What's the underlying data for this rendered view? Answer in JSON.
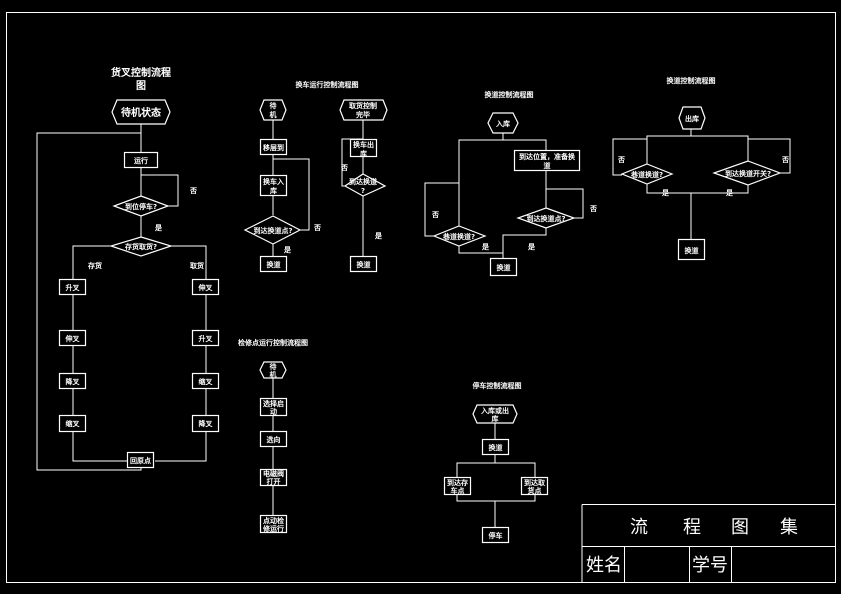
{
  "title_block": {
    "title_chars": [
      "流",
      "程",
      "图",
      "集"
    ],
    "name_label": "姓名",
    "name_value": "",
    "id_label": "学号",
    "id_value": ""
  },
  "fork_chart": {
    "title_line1": "货叉控制流程",
    "title_line2": "图",
    "start": "待机状态",
    "run": "运行",
    "decision_stop": "到位停车?",
    "no": "否",
    "yes": "是",
    "decision_mode": "存货取货?",
    "store_label": "存货",
    "fetch_label": "取货",
    "store_steps": [
      "升叉",
      "伸叉",
      "降叉",
      "缩叉"
    ],
    "fetch_steps": [
      "伸叉",
      "升叉",
      "缩叉",
      "降叉"
    ],
    "return": "回原点"
  },
  "shuttle_chart": {
    "title": "换车运行控制流程图",
    "start_a_line1": "待",
    "start_a_line2": "机",
    "step_a1": "移层到",
    "step_a2_line1": "换车入",
    "step_a2_line2": "库",
    "decision_a": "到达换道点?",
    "no": "否",
    "yes": "是",
    "end_a": "换道",
    "start_b_line1": "取货控制",
    "start_b_line2": "完毕",
    "step_b1_line1": "换车出",
    "step_b1_line2": "库",
    "decision_b_line1": "到达换道",
    "decision_b_line2": "?",
    "no_b": "否",
    "yes_b": "是",
    "end_b": "换道"
  },
  "lane_in_chart": {
    "title": "换道控制流程图",
    "start": "入库",
    "step_line1": "到达位置，准备换",
    "step_line2": "道",
    "decision_left": "巷道换道?",
    "decision_right": "到达换道点?",
    "no_left": "否",
    "no_right": "否",
    "yes_left": "是",
    "yes_right": "是",
    "end": "换道"
  },
  "lane_out_chart": {
    "title": "换道控制流程图",
    "start": "出库",
    "decision_left": "巷道换道?",
    "decision_right": "到达换道开关?",
    "no_left": "否",
    "no_right": "否",
    "yes_left": "是",
    "yes_right": "是",
    "end": "换道"
  },
  "inspection_chart": {
    "title": "检修点运行控制流程图",
    "start_line1": "待",
    "start_line2": "机",
    "steps": [
      [
        "选择启",
        "动"
      ],
      [
        "选向"
      ],
      [
        "电磁阀",
        "打开"
      ],
      [
        "点动检",
        "修运行"
      ]
    ]
  },
  "park_chart": {
    "title": "停车控制流程图",
    "start_line1": "入库或出",
    "start_line2": "库",
    "step": "换道",
    "left_line1": "到达存",
    "left_line2": "车点",
    "right_line1": "到达取",
    "right_line2": "货点",
    "end": "停车"
  }
}
